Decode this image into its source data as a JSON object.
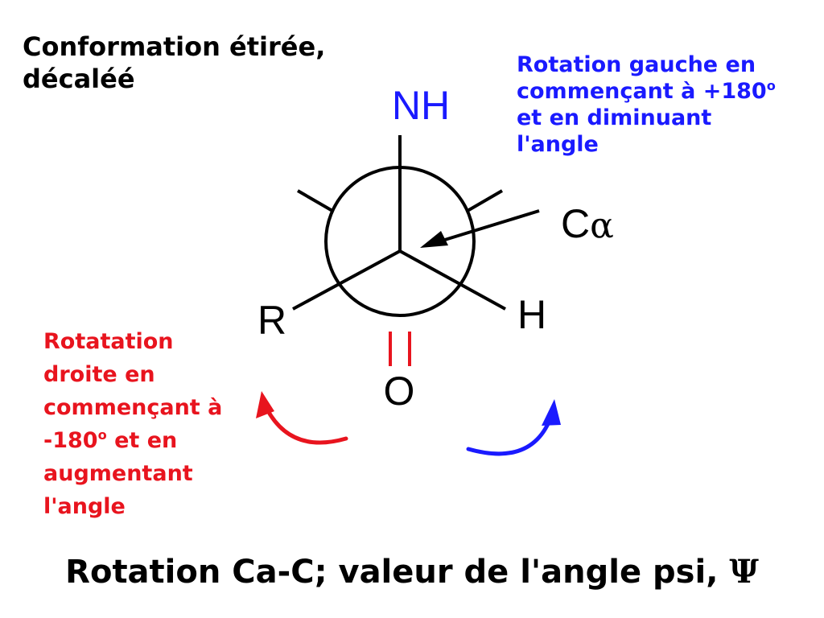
{
  "heading": {
    "line1": "Conformation étirée,",
    "line2": "décaléé"
  },
  "left_note": {
    "line1": "Rotatation",
    "line2": "droite en",
    "line3": "commençant à",
    "line4_value": "-180",
    "line4_degree": "o",
    "line4_rest": " et en",
    "line5": "augmentant",
    "line6": "l'angle"
  },
  "right_note": {
    "line1": "Rotation gauche en",
    "line2_text": "commençant à +180",
    "line2_degree": "o",
    "line3": "et en diminuant",
    "line4": "l'angle"
  },
  "atoms": {
    "top": "NH",
    "left": "R",
    "right": "H",
    "bottom": "O",
    "calpha_letter": "C",
    "calpha_greek": "α"
  },
  "caption": {
    "text": "Rotation Ca-C; valeur de l'angle psi, ",
    "symbol": "Ψ"
  },
  "colors": {
    "red_arrow": "#e8141e",
    "blue_arrow": "#1a1aff",
    "nh_label": "#1a1aff",
    "double_bond": "#e8141e"
  }
}
